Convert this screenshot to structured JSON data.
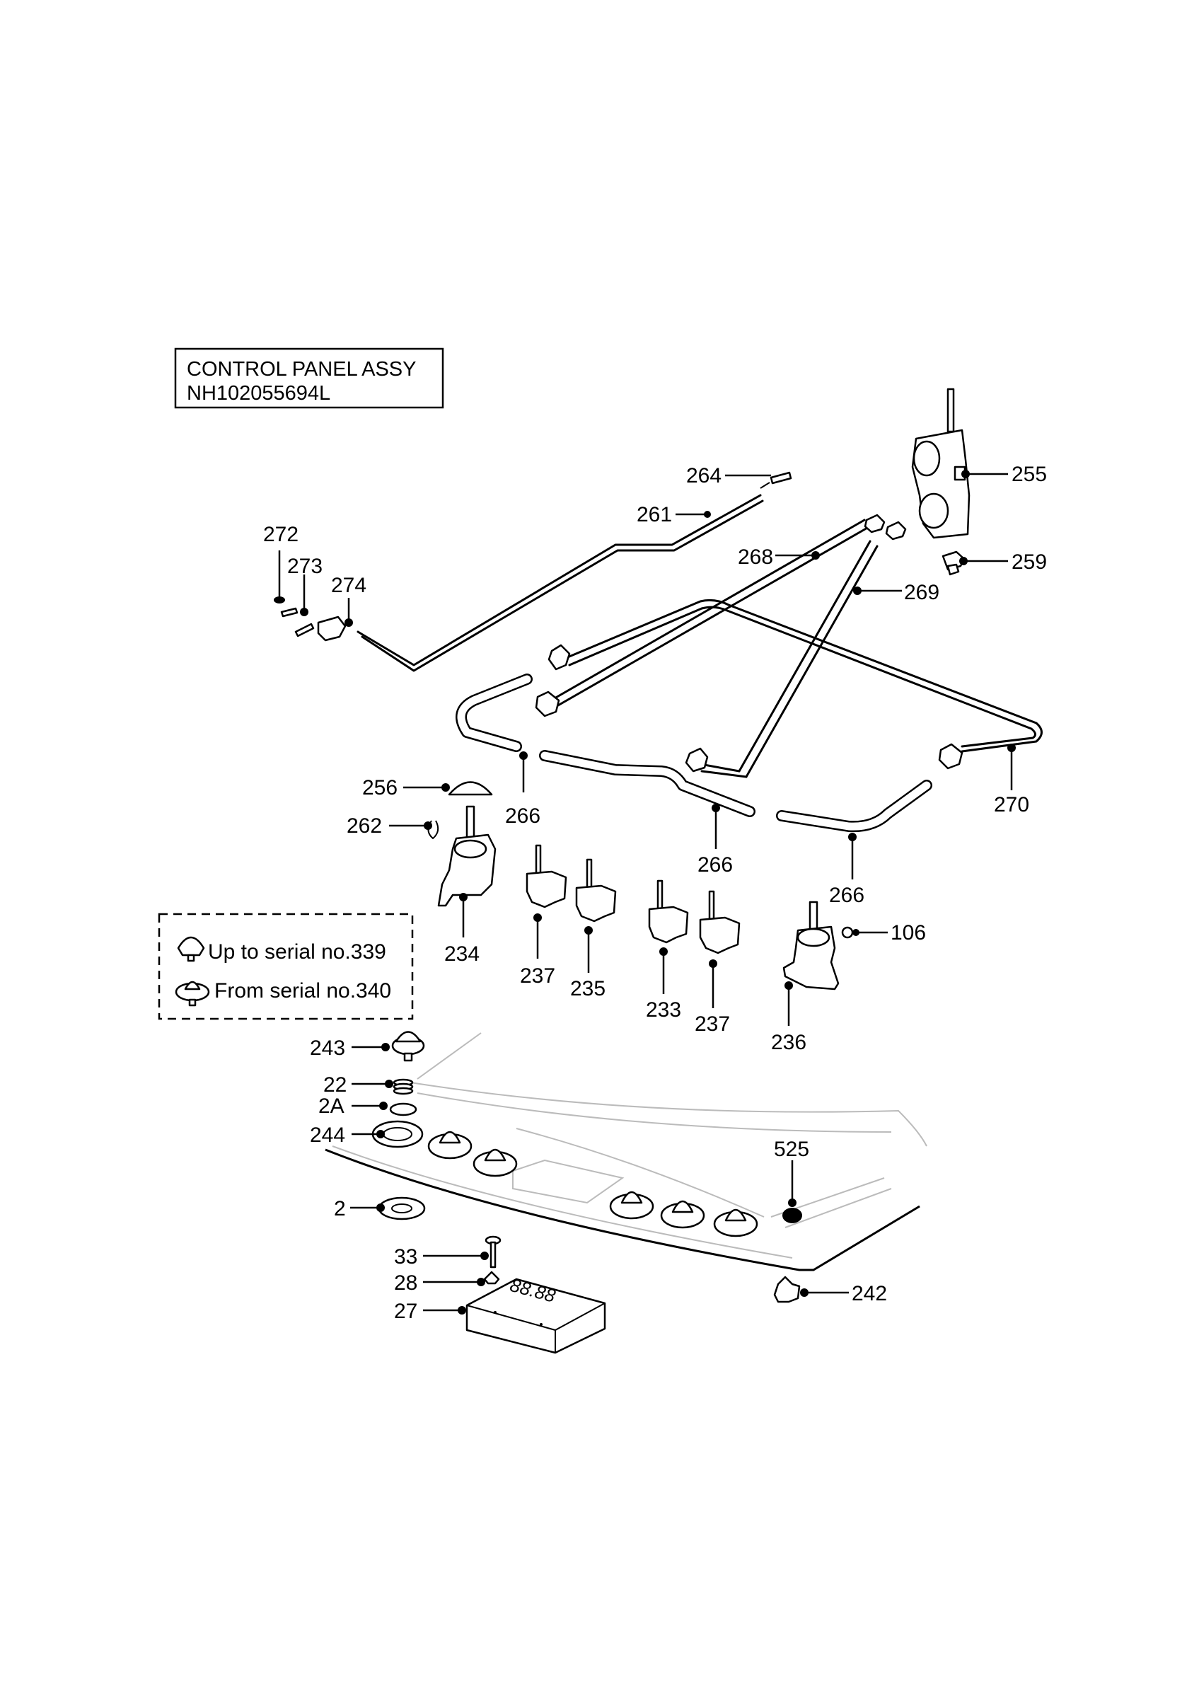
{
  "title_box": {
    "line1": "CONTROL PANEL ASSY",
    "line2": "NH102055694L"
  },
  "legend": {
    "up_to": "Up to serial no.339",
    "from": "From serial no.340"
  },
  "display": {
    "digits": "88.88"
  },
  "callouts": {
    "p255": "255",
    "p264": "264",
    "p261": "261",
    "p268": "268",
    "p259": "259",
    "p269": "269",
    "p272": "272",
    "p273": "273",
    "p274": "274",
    "p266a": "266",
    "p266b": "266",
    "p266c": "266",
    "p270": "270",
    "p256": "256",
    "p262": "262",
    "p234": "234",
    "p237a": "237",
    "p235": "235",
    "p233": "233",
    "p237b": "237",
    "p236": "236",
    "p106": "106",
    "p243": "243",
    "p22": "22",
    "p2A": "2A",
    "p244": "244",
    "p525": "525",
    "p2": "2",
    "p33": "33",
    "p28": "28",
    "p27": "27",
    "p242": "242"
  }
}
